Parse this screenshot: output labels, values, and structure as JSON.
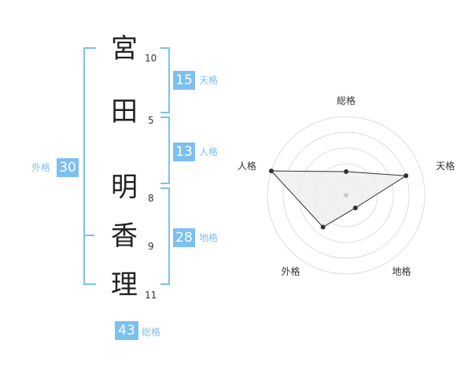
{
  "name": {
    "characters": [
      {
        "char": "宮",
        "strokes": "10"
      },
      {
        "char": "田",
        "strokes": "5"
      },
      {
        "char": "明",
        "strokes": "8"
      },
      {
        "char": "香",
        "strokes": "9"
      },
      {
        "char": "理",
        "strokes": "11"
      }
    ]
  },
  "fortunes": {
    "tenkaku": {
      "value": "15",
      "label": "天格"
    },
    "jinkaku": {
      "value": "13",
      "label": "人格"
    },
    "chikaku": {
      "value": "28",
      "label": "地格"
    },
    "gaikaku": {
      "value": "30",
      "label": "外格"
    },
    "soukaku": {
      "value": "43",
      "label": "総格"
    }
  },
  "colors": {
    "accent": "#7cc0f0",
    "radar_fill": "#eeeeee",
    "radar_line": "#333333"
  },
  "chart_data": {
    "type": "radar",
    "axes": [
      "総格",
      "天格",
      "地格",
      "外格",
      "人格"
    ],
    "scale": [
      0,
      5
    ],
    "rings": 5,
    "values": [
      1.5,
      4.0,
      1.0,
      2.5,
      5.0
    ]
  }
}
